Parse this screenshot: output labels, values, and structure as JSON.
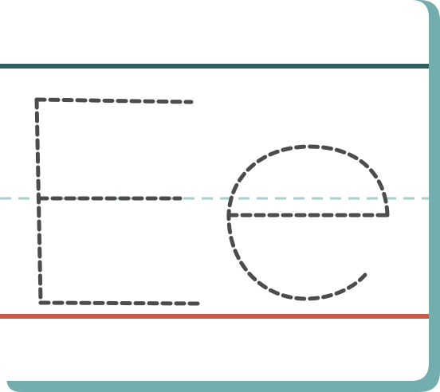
{
  "page": {
    "letters": "Ee"
  },
  "colors": {
    "background": "#ffffff",
    "frame": "#74adad",
    "top_line": "#2f5f5e",
    "mid_line": "#a9cfcc",
    "base_line": "#c85a45",
    "trace_stroke": "#4c4c4c"
  },
  "guides": [
    {
      "name": "top-guide-line",
      "style": "solid"
    },
    {
      "name": "midline-guide",
      "style": "dashed"
    },
    {
      "name": "baseline-guide",
      "style": "solid"
    }
  ],
  "tracing": [
    {
      "name": "uppercase-e",
      "glyph": "E",
      "style": "dashed"
    },
    {
      "name": "lowercase-e",
      "glyph": "e",
      "style": "dashed"
    }
  ]
}
